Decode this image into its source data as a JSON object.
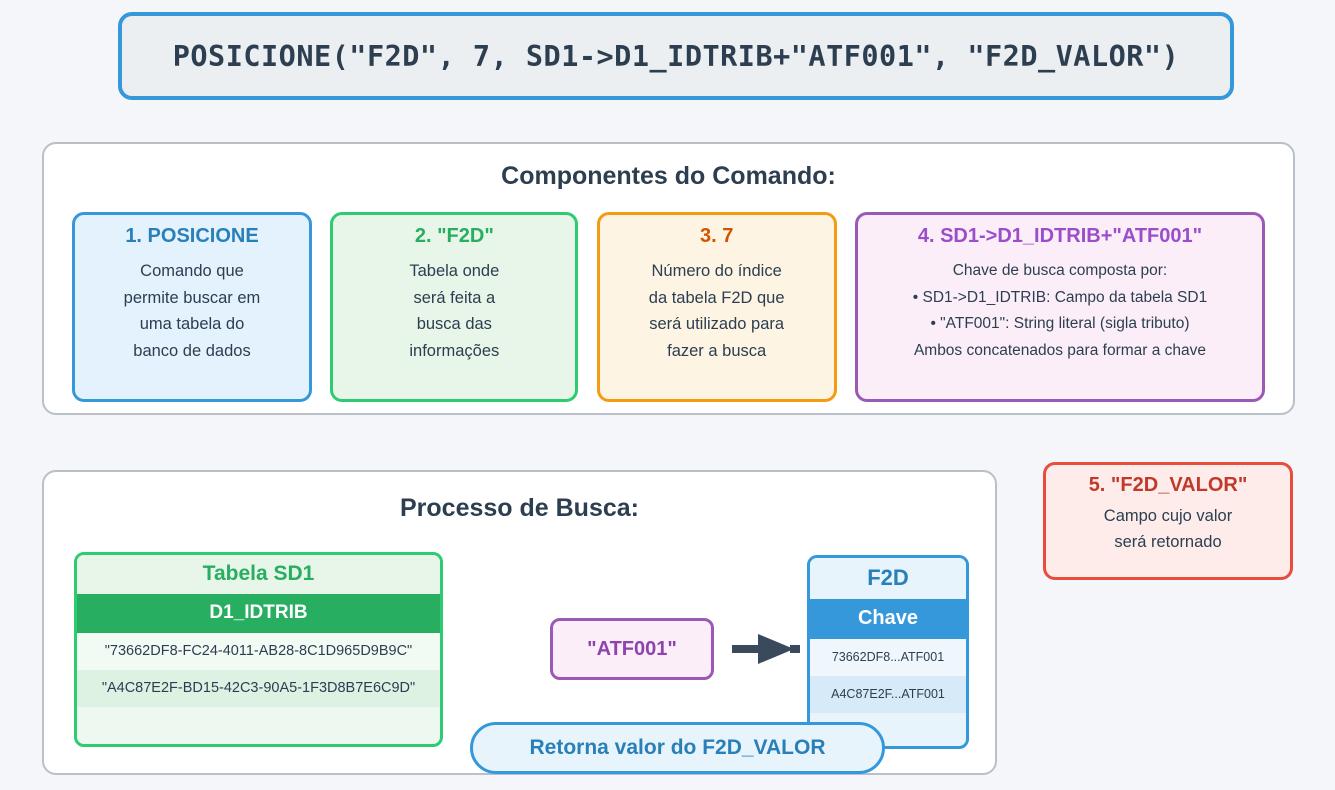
{
  "code_banner": {
    "text": "POSICIONE(\"F2D\", 7, SD1->D1_IDTRIB+\"ATF001\", \"F2D_VALOR\")"
  },
  "components_panel": {
    "title": "Componentes do Comando:",
    "cards": [
      {
        "title": "1. POSICIONE",
        "lines": [
          "Comando que",
          "permite buscar em",
          "uma tabela do",
          "banco de dados"
        ],
        "color": "#3498db"
      },
      {
        "title": "2. \"F2D\"",
        "lines": [
          "Tabela onde",
          "será feita a",
          "busca das",
          "informações"
        ],
        "color": "#2ecc71"
      },
      {
        "title": "3. 7",
        "lines": [
          "Número do índice",
          "da tabela F2D que",
          "será utilizado para",
          "fazer a busca"
        ],
        "color": "#f39c12"
      },
      {
        "title": "4. SD1->D1_IDTRIB+\"ATF001\"",
        "lines": [
          "Chave de busca composta por:",
          "• SD1->D1_IDTRIB: Campo da tabela SD1",
          "• \"ATF001\": String literal (sigla tributo)",
          "Ambos concatenados para formar a chave"
        ],
        "color": "#9b59b6"
      }
    ]
  },
  "processo_panel": {
    "title": "Processo de Busca:",
    "table_sd1": {
      "caption": "Tabela SD1",
      "header": "D1_IDTRIB",
      "rows": [
        "\"73662DF8-FC24-4011-AB28-8C1D965D9B9C\"",
        "\"A4C87E2F-BD15-42C3-90A5-1F3D8B7E6C9D\""
      ],
      "accent": "#27ae60"
    },
    "chip": {
      "label": "\"ATF001\"",
      "accent": "#9b59b6"
    },
    "arrow": {
      "icon": "arrow-right-icon",
      "color": "#3a4a5c"
    },
    "table_f2d": {
      "caption": "F2D",
      "header": "Chave",
      "rows": [
        "73662DF8...ATF001",
        "A4C87E2F...ATF001"
      ],
      "accent": "#3498db"
    },
    "callout": "Retorna valor do F2D_VALOR"
  },
  "card_5": {
    "title": "5. \"F2D_VALOR\"",
    "lines": [
      "Campo cujo valor",
      "será retornado"
    ],
    "color": "#e74c3c"
  }
}
